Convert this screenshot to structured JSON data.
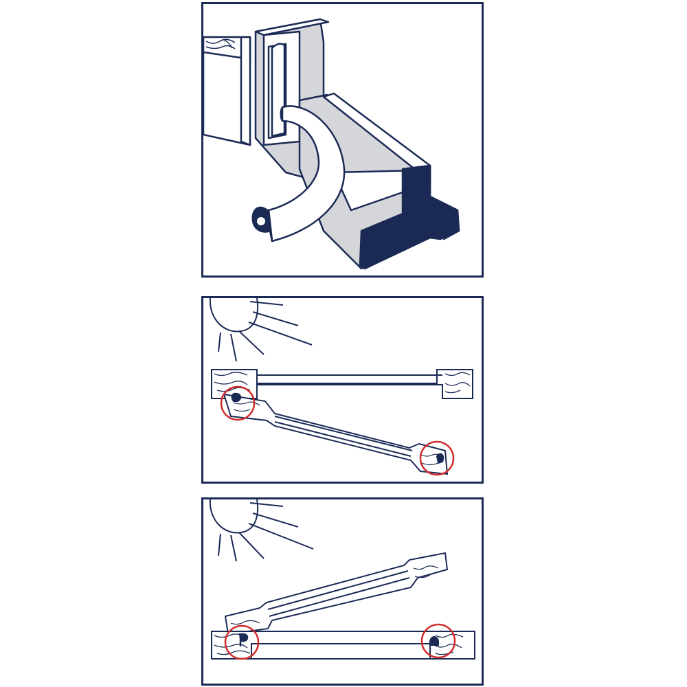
{
  "colors": {
    "outline": "#1b2a55",
    "navy": "#1b2a55",
    "frame_gray": "#d4d6da",
    "light_gray": "#e8e9ec",
    "white": "#ffffff",
    "highlight_circle": "#d12a2a"
  },
  "panels": [
    {
      "id": "seal-profile-installation",
      "icons": [
        "door-frame-icon",
        "seal-strip-icon",
        "wood-grain-icon"
      ]
    },
    {
      "id": "window-opening-seal-outward",
      "icons": [
        "sun-icon",
        "window-sash-icon",
        "highlight-circle-icon"
      ]
    },
    {
      "id": "window-closing-seal-inward",
      "icons": [
        "sun-icon",
        "window-sash-icon",
        "highlight-circle-icon"
      ]
    }
  ]
}
